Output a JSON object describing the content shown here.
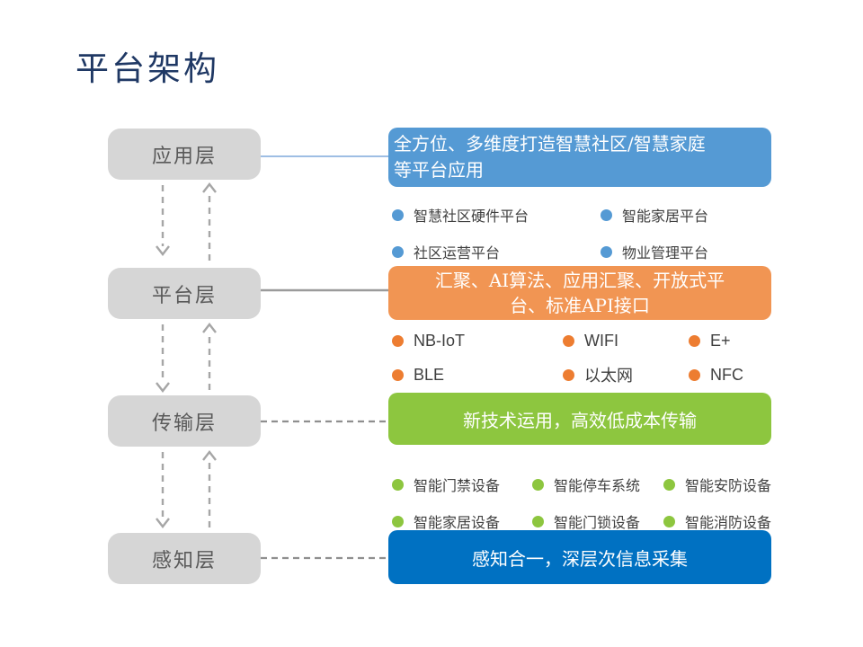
{
  "title": "平台架构",
  "colors": {
    "title_text": "#1F3864",
    "layer_box_bg": "#D6D6D6",
    "layer_box_text": "#595959",
    "application_box": "#559AD4",
    "platform_box": "#F19553",
    "transport_box": "#8DC63F",
    "perception_box": "#0071C2",
    "box_text": "#FFFFFF",
    "bullet_dot_blue": "#559AD4",
    "bullet_dot_orange": "#ED7D31",
    "bullet_dot_green": "#8DC63F",
    "bullet_text": "#404040",
    "connector_gray": "#A6A6A6",
    "connector_blue": "#7FA8DC"
  },
  "layers": [
    {
      "name": "应用层",
      "description": "全方位、多维度打造智慧社区/智慧家庭\n等平台应用",
      "bullets": [
        "智慧社区硬件平台",
        "智能家居平台",
        "社区运营平台",
        "物业管理平台"
      ]
    },
    {
      "name": "平台层",
      "description": "汇聚、AI算法、应用汇聚、开放式平\n台、标准API接口",
      "bullets": [
        "NB-IoT",
        "WIFI",
        "E+",
        "BLE",
        "以太网",
        "NFC"
      ]
    },
    {
      "name": "传输层",
      "description": "新技术运用，高效低成本传输",
      "bullets": [
        "智能门禁设备",
        "智能停车系统",
        "智能安防设备",
        "智能家居设备",
        "智能门锁设备",
        "智能消防设备"
      ]
    },
    {
      "name": "感知层",
      "description": "感知合一，深层次信息采集",
      "bullets": []
    }
  ]
}
